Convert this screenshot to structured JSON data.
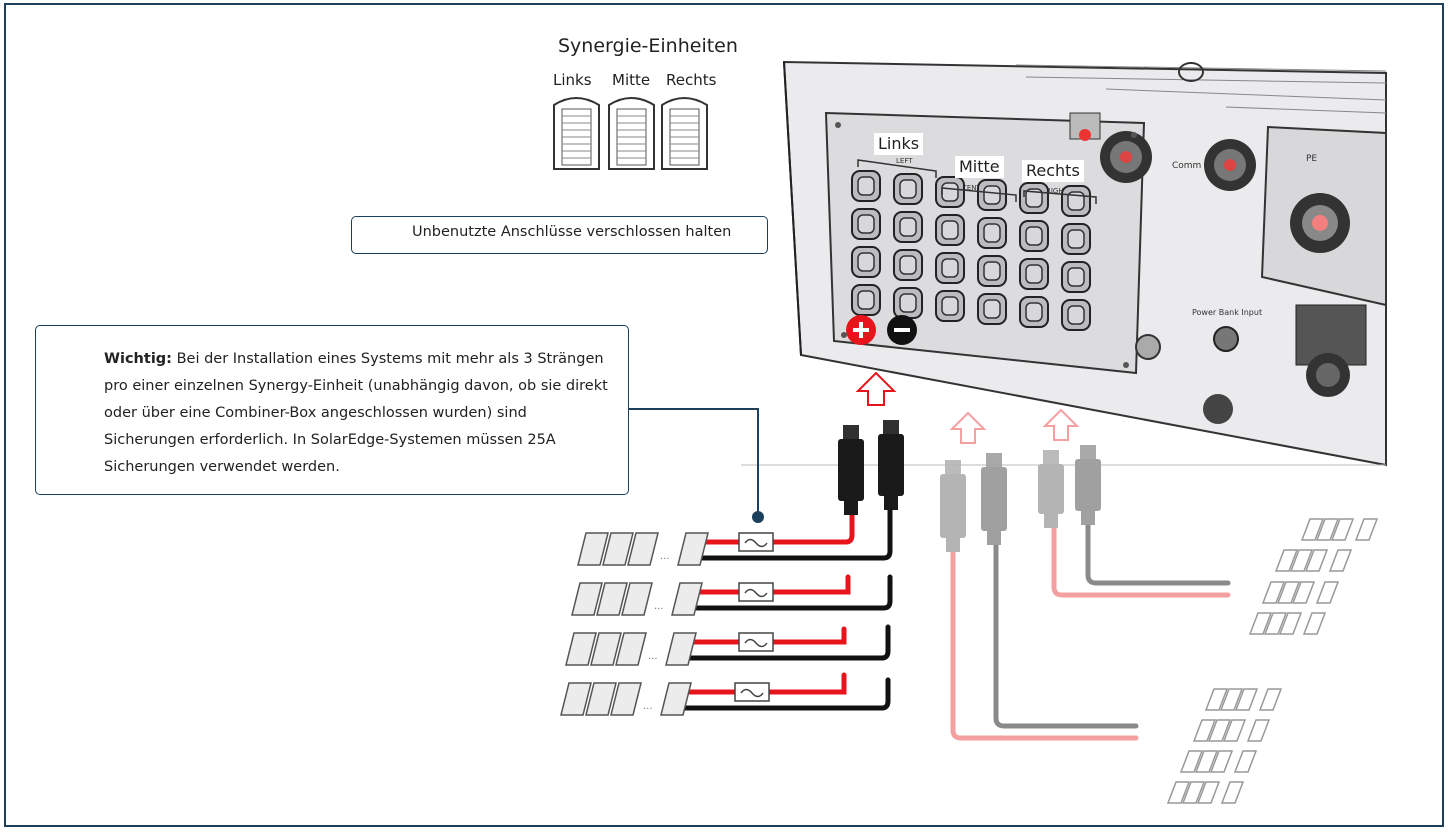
{
  "legend": {
    "title": "Synergie-Einheiten",
    "units": [
      "Links",
      "Mitte",
      "Rechts"
    ]
  },
  "callout_small": {
    "text": "Unbenutzte Anschlüsse verschlossen halten"
  },
  "callout_big": {
    "bold": "Wichtig:",
    "text": " Bei der Installation eines Systems mit mehr als 3 Strängen pro einer einzelnen Synergy-Einheit (unabhängig davon, ob sie direkt oder über eine Combiner-Box angeschlossen wurden) sind Sicherungen erforderlich. In SolarEdge-Systemen müssen 25A Sicherungen verwendet werden."
  },
  "device": {
    "labels": {
      "left": "Links",
      "center": "Mitte",
      "right": "Rechts"
    },
    "tiny_labels": [
      "LEFT",
      "CENTER",
      "RIGHT",
      "Comm",
      "PE",
      "Power Bank Input"
    ]
  },
  "colors": {
    "frame": "#1c3f5c",
    "plus": "#e8141b",
    "minus": "#111111",
    "wire_red": "#e8141b",
    "wire_black": "#111111",
    "wire_faded_red": "#f4a0a0",
    "wire_faded_black": "#8a8a8a",
    "callout_icon": "#d9262b"
  },
  "icons": [
    "speech-bubble-icon",
    "plus-icon",
    "minus-icon",
    "arrow-up-icon",
    "fuse-icon",
    "solar-panel-icon"
  ]
}
